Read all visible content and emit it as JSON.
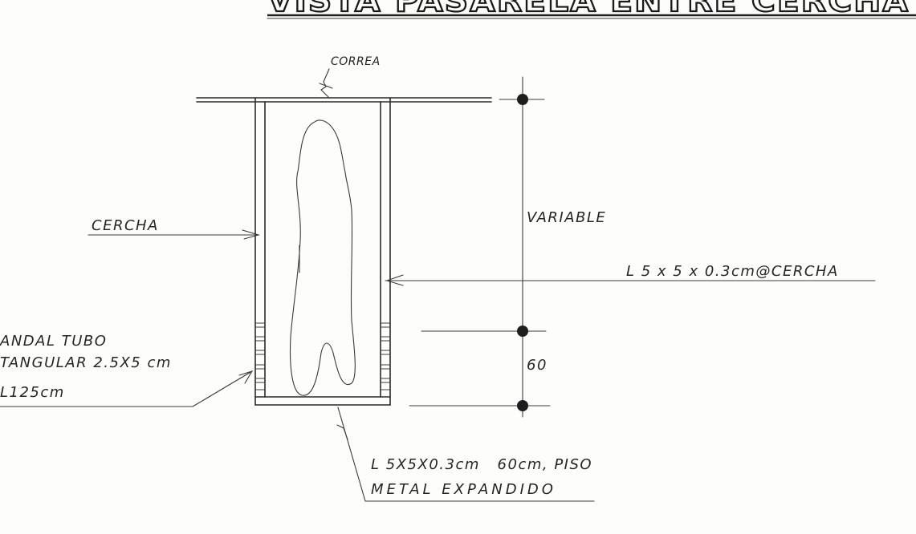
{
  "title": "VISTA PASARELA ENTRE CERCHA",
  "labels": {
    "correa": "CORREA",
    "cercha": "CERCHA",
    "variable": "VARIABLE",
    "angle_cercha": "L 5 x 5 x 0.3cm@CERCHA",
    "barandal_line1": "ANDAL TUBO",
    "barandal_line2": "TANGULAR 2.5X5 cm",
    "barandal_line3": "L125cm",
    "dim_60": "60",
    "piso_line1": "L 5X5X0.3cm   60cm, PISO",
    "piso_line2": "METAL EXPANDIDO"
  }
}
